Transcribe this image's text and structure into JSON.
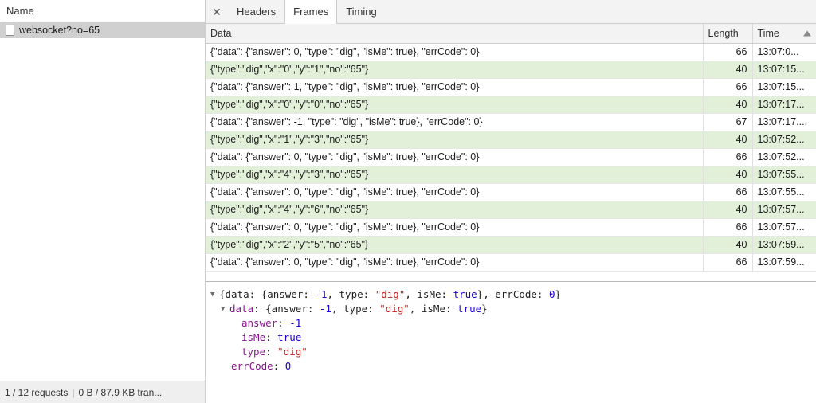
{
  "left": {
    "header_label": "Name",
    "request": {
      "name": "websocket?no=65",
      "icon": "document-icon"
    },
    "status": {
      "requests": "1 / 12 requests",
      "separator": "|",
      "transferred": "0 B / 87.9 KB tran..."
    }
  },
  "right": {
    "close_icon": "✕",
    "tabs": [
      {
        "label": "Headers",
        "active": false
      },
      {
        "label": "Frames",
        "active": true
      },
      {
        "label": "Timing",
        "active": false
      }
    ],
    "table": {
      "columns": [
        "Data",
        "Length",
        "Time"
      ],
      "sort_column": "Time",
      "sort_direction": "asc",
      "rows": [
        {
          "data": "{\"data\": {\"answer\": 0, \"type\": \"dig\", \"isMe\": true}, \"errCode\": 0}",
          "length": "66",
          "time": "13:07:0...",
          "dir": "recv"
        },
        {
          "data": "{\"type\":\"dig\",\"x\":\"0\",\"y\":\"1\",\"no\":\"65\"}",
          "length": "40",
          "time": "13:07:15...",
          "dir": "sent"
        },
        {
          "data": "{\"data\": {\"answer\": 1, \"type\": \"dig\", \"isMe\": true}, \"errCode\": 0}",
          "length": "66",
          "time": "13:07:15...",
          "dir": "recv"
        },
        {
          "data": "{\"type\":\"dig\",\"x\":\"0\",\"y\":\"0\",\"no\":\"65\"}",
          "length": "40",
          "time": "13:07:17...",
          "dir": "sent"
        },
        {
          "data": "{\"data\": {\"answer\": -1, \"type\": \"dig\", \"isMe\": true}, \"errCode\": 0}",
          "length": "67",
          "time": "13:07:17....",
          "dir": "recv"
        },
        {
          "data": "{\"type\":\"dig\",\"x\":\"1\",\"y\":\"3\",\"no\":\"65\"}",
          "length": "40",
          "time": "13:07:52...",
          "dir": "sent"
        },
        {
          "data": "{\"data\": {\"answer\": 0, \"type\": \"dig\", \"isMe\": true}, \"errCode\": 0}",
          "length": "66",
          "time": "13:07:52...",
          "dir": "recv"
        },
        {
          "data": "{\"type\":\"dig\",\"x\":\"4\",\"y\":\"3\",\"no\":\"65\"}",
          "length": "40",
          "time": "13:07:55...",
          "dir": "sent"
        },
        {
          "data": "{\"data\": {\"answer\": 0, \"type\": \"dig\", \"isMe\": true}, \"errCode\": 0}",
          "length": "66",
          "time": "13:07:55...",
          "dir": "recv"
        },
        {
          "data": "{\"type\":\"dig\",\"x\":\"4\",\"y\":\"6\",\"no\":\"65\"}",
          "length": "40",
          "time": "13:07:57...",
          "dir": "sent"
        },
        {
          "data": "{\"data\": {\"answer\": 0, \"type\": \"dig\", \"isMe\": true}, \"errCode\": 0}",
          "length": "66",
          "time": "13:07:57...",
          "dir": "recv"
        },
        {
          "data": "{\"type\":\"dig\",\"x\":\"2\",\"y\":\"5\",\"no\":\"65\"}",
          "length": "40",
          "time": "13:07:59...",
          "dir": "sent"
        },
        {
          "data": "{\"data\": {\"answer\": 0, \"type\": \"dig\", \"isMe\": true}, \"errCode\": 0}",
          "length": "66",
          "time": "13:07:59...",
          "dir": "recv"
        }
      ]
    },
    "detail": {
      "root": {
        "triangle": "▼",
        "prefix": "{data: {answer: ",
        "answer": "-1",
        "mid": ", type: ",
        "type": "\"dig\"",
        "mid2": ", isMe: ",
        "isme": "true",
        "mid3": "}, errCode: ",
        "errcode": "0",
        "suffix": "}"
      },
      "data_node": {
        "triangle": "▼",
        "key": "data",
        "prefix": ": {answer: ",
        "answer": "-1",
        "mid": ", type: ",
        "type": "\"dig\"",
        "mid2": ", isMe: ",
        "isme": "true",
        "suffix": "}"
      },
      "leaves": [
        {
          "key": "answer",
          "sep": ": ",
          "value": "-1",
          "kind": "num"
        },
        {
          "key": "isMe",
          "sep": ": ",
          "value": "true",
          "kind": "bool"
        },
        {
          "key": "type",
          "sep": ": ",
          "value": "\"dig\"",
          "kind": "str"
        }
      ],
      "errcode_leaf": {
        "key": "errCode",
        "sep": ": ",
        "value": "0",
        "kind": "num"
      }
    }
  },
  "colors": {
    "sent_row_bg": "#e2f0d9",
    "selected_row_bg": "#d0d0d0",
    "key_purple": "#881391",
    "number_blue": "#1c00cf",
    "string_red": "#c41a16"
  }
}
